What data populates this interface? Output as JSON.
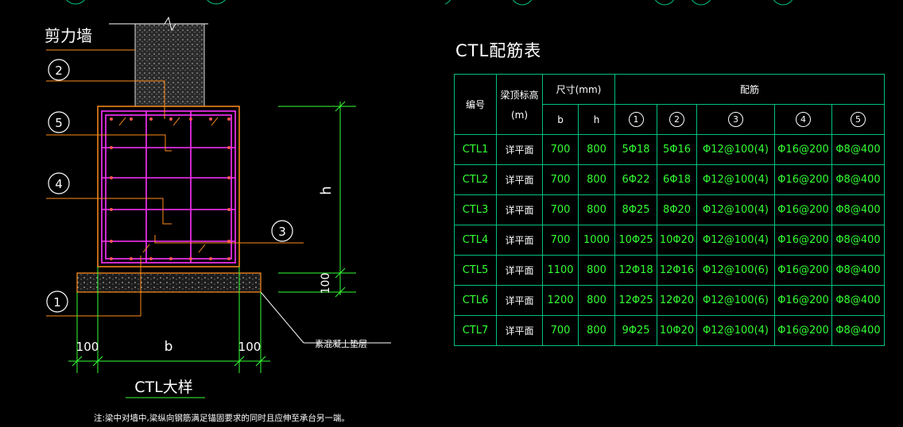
{
  "detail": {
    "title": "CTL大样",
    "wall_label": "剪力墙",
    "cushion_label": "素混凝土垫层",
    "dim_h": "h",
    "dim_100_vertical": "100",
    "dim_left": "100",
    "dim_b": "b",
    "dim_right": "100",
    "callouts": [
      "2",
      "5",
      "4",
      "3",
      "1"
    ],
    "note": "注:梁中对墙中,梁纵向钢筋满足锚固要求的同时且应伸至承台另一端。"
  },
  "table": {
    "title": "CTL配筋表",
    "headers": {
      "id": "编号",
      "elevation_line1": "梁顶标高",
      "elevation_line2": "(m)",
      "size": "尺寸(mm)",
      "b": "b",
      "h": "h",
      "reinforcement": "配筋",
      "bars": [
        "1",
        "2",
        "3",
        "4",
        "5"
      ]
    },
    "rows": [
      {
        "id": "CTL1",
        "elev": "详平面",
        "b": "700",
        "h": "800",
        "r1": "5Φ18",
        "r2": "5Φ16",
        "r3": "Φ12@100(4)",
        "r4": "Φ16@200",
        "r5": "Φ8@400"
      },
      {
        "id": "CTL2",
        "elev": "详平面",
        "b": "700",
        "h": "800",
        "r1": "6Φ22",
        "r2": "6Φ18",
        "r3": "Φ12@100(4)",
        "r4": "Φ16@200",
        "r5": "Φ8@400"
      },
      {
        "id": "CTL3",
        "elev": "详平面",
        "b": "700",
        "h": "800",
        "r1": "8Φ25",
        "r2": "8Φ20",
        "r3": "Φ12@100(4)",
        "r4": "Φ16@200",
        "r5": "Φ8@400"
      },
      {
        "id": "CTL4",
        "elev": "详平面",
        "b": "700",
        "h": "1000",
        "r1": "10Φ25",
        "r2": "10Φ20",
        "r3": "Φ12@100(4)",
        "r4": "Φ16@200",
        "r5": "Φ8@400"
      },
      {
        "id": "CTL5",
        "elev": "详平面",
        "b": "1100",
        "h": "800",
        "r1": "12Φ18",
        "r2": "12Φ16",
        "r3": "Φ12@100(6)",
        "r4": "Φ16@200",
        "r5": "Φ8@400"
      },
      {
        "id": "CTL6",
        "elev": "详平面",
        "b": "1200",
        "h": "800",
        "r1": "12Φ25",
        "r2": "12Φ20",
        "r3": "Φ12@100(6)",
        "r4": "Φ16@200",
        "r5": "Φ8@400"
      },
      {
        "id": "CTL7",
        "elev": "详平面",
        "b": "700",
        "h": "800",
        "r1": "9Φ25",
        "r2": "10Φ20",
        "r3": "Φ12@100(4)",
        "r4": "Φ16@200",
        "r5": "Φ8@400"
      }
    ]
  },
  "colors": {
    "background": "#000000",
    "table_border": "#ffff66",
    "grid": "#00c080",
    "values": "#33ff33",
    "rebar": "#ff33ff",
    "beam_outline": "#ff8c1a",
    "dimension": "#33ff33"
  }
}
